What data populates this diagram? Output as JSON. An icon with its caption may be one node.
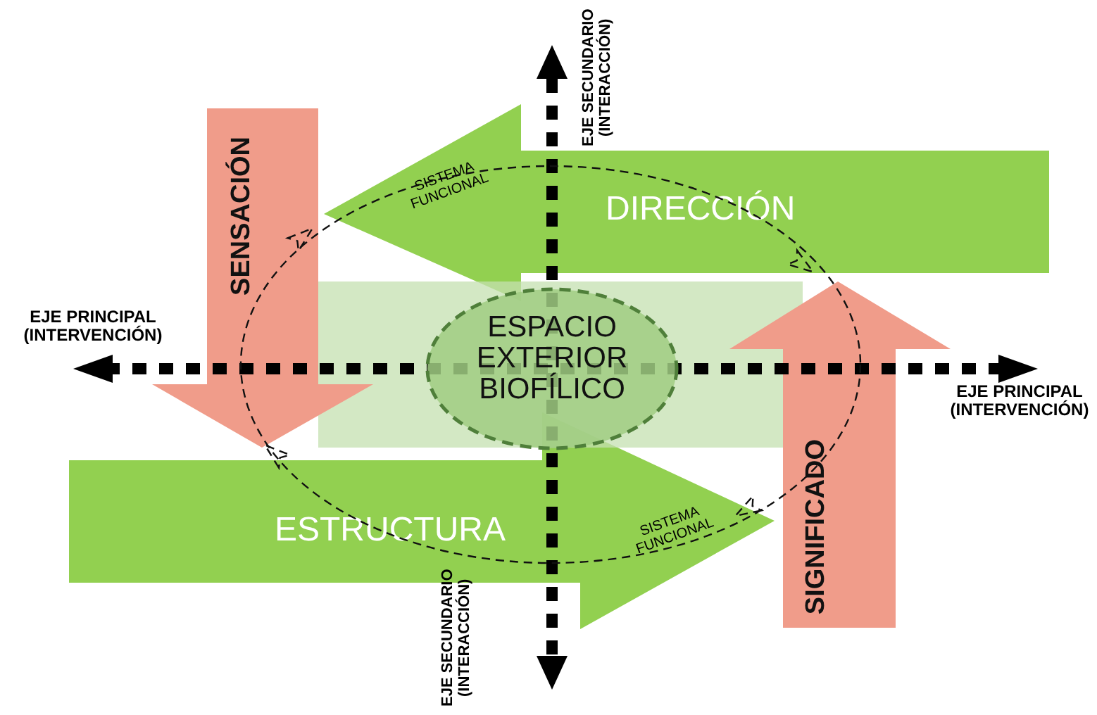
{
  "diagram": {
    "nodes": [
      {
        "text": [
          "SENSACIÓN"
        ]
      },
      {
        "text": [
          "DIRECCIÓN"
        ]
      },
      {
        "text": [
          "ESPACIO EXTERIOR BIOFÍLICO"
        ]
      },
      {
        "text": [
          "SIGNIFICADO"
        ]
      },
      {
        "text": [
          "ESTRUCTURA"
        ]
      }
    ],
    "labels": [
      "EJE SECUNDARIO (INTERACCIÓN)",
      "SISTEMA FUNCIONAL",
      "EJE PRINCIPAL (INTERVENCIÓN)",
      "EJE PRINCIPAL (INTERVENCIÓN)",
      "SISTEMA FUNCIONAL",
      "EJE SECUNDARIO (INTERACCIÓN)"
    ]
  }
}
